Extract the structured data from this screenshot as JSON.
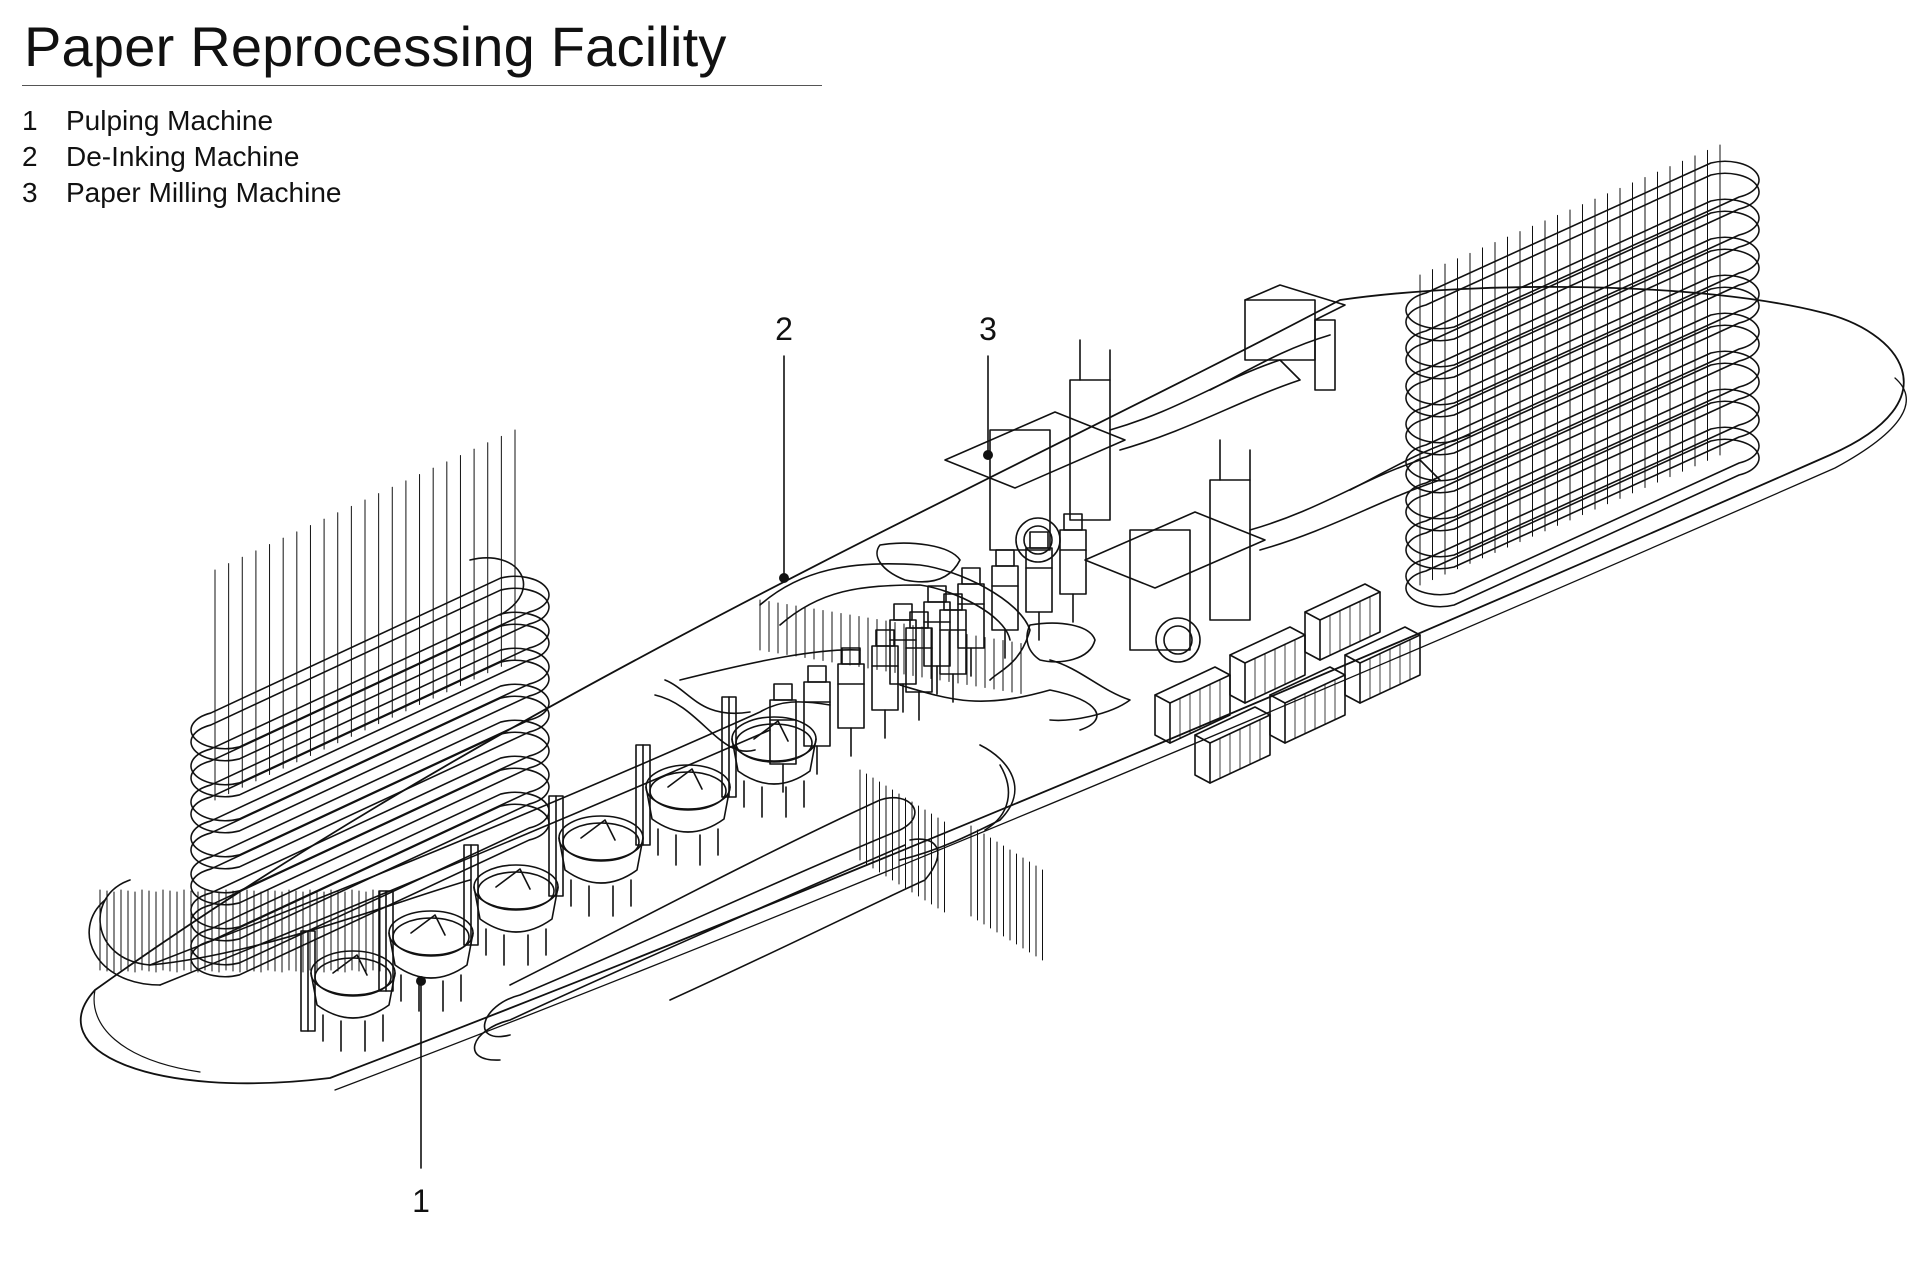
{
  "title": "Paper Reprocessing Facility",
  "legend": [
    {
      "number": "1",
      "label": "Pulping Machine"
    },
    {
      "number": "2",
      "label": "De-Inking Machine"
    },
    {
      "number": "3",
      "label": "Paper Milling Machine"
    }
  ],
  "callouts": [
    {
      "number": "1",
      "target": "pulping-machine"
    },
    {
      "number": "2",
      "target": "de-inking-machine"
    },
    {
      "number": "3",
      "target": "paper-milling-machine"
    }
  ],
  "colors": {
    "line": "#111111",
    "background": "#ffffff"
  }
}
